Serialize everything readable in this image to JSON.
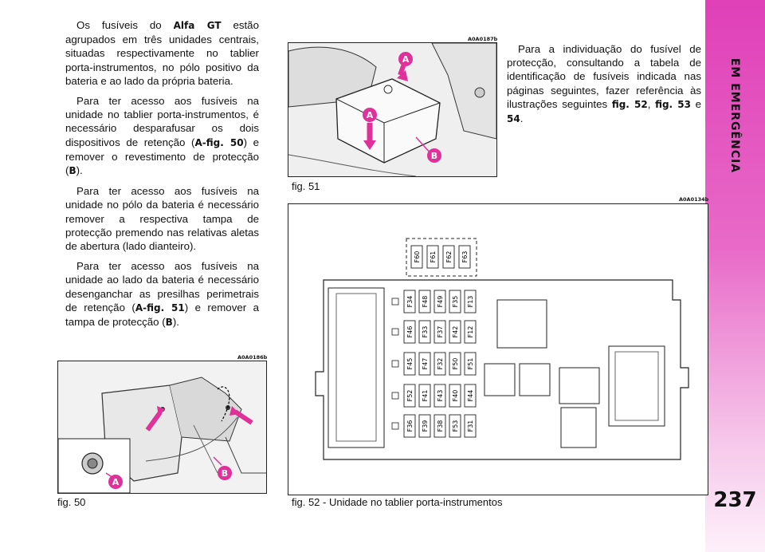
{
  "sidebar": {
    "title": "EM EMERGÊNCIA",
    "page_number": "237"
  },
  "left_column": {
    "p1_pre": "Os fusíveis do ",
    "p1_bold": "Alfa GT",
    "p1_post": " estão agrupados em três unidades centrais, situadas respectivamente no tablier porta-instrumentos, no pólo positivo da bateria e ao lado da própria bateria.",
    "p2_pre": "Para ter acesso aos fusíveis na unidade no tablier porta-instrumentos, é necessário desparafusar os dois dispositivos de retenção (",
    "p2_bold1": "A-fig. 50",
    "p2_mid": ") e remover o revestimento de protecção (",
    "p2_bold2": "B",
    "p2_post": ").",
    "p3": "Para ter acesso aos fusíveis na unidade no pólo da bateria é necessário remover a respectiva tampa de protecção premendo nas relativas aletas de abertura (lado dianteiro).",
    "p4_pre": "Para ter acesso aos fusíveis na unidade ao lado da bateria é necessário desenganchar as presilhas perimetrais de retenção (",
    "p4_bold1": "A-fig. 51",
    "p4_mid": ") e remover a tampa de protecção (",
    "p4_bold2": "B",
    "p4_post": ")."
  },
  "right_text": {
    "pre": "Para a individuação do fusível de protecção, consultando a tabela de identificação de fusíveis indicada nas páginas seguintes, fazer referência às ilustrações seguintes ",
    "b1": "fig. 52",
    "sep1": ", ",
    "b2": "fig. 53",
    "sep2": " e ",
    "b3": "54",
    "post": "."
  },
  "figures": {
    "fig50": {
      "code": "A0A0186b",
      "caption": "fig. 50",
      "label_a": "A",
      "label_b": "B"
    },
    "fig51": {
      "code": "A0A0187b",
      "caption": "fig. 51",
      "label_a1": "A",
      "label_a2": "A",
      "label_b": "B"
    },
    "fig52": {
      "code": "A0A0134b",
      "caption": "fig. 52 - Unidade no tablier porta-instrumentos"
    }
  },
  "fuse_top": [
    "F60",
    "F61",
    "F62",
    "F63"
  ],
  "fuse_rows": [
    [
      "F34",
      "F48",
      "F49",
      "F35",
      "F13"
    ],
    [
      "F46",
      "F33",
      "F37",
      "F42",
      "F12"
    ],
    [
      "F45",
      "F47",
      "F32",
      "F50",
      "F51"
    ],
    [
      "F52",
      "F41",
      "F43",
      "F40",
      "F44"
    ],
    [
      "F36",
      "F39",
      "F38",
      "F53",
      "F31"
    ]
  ],
  "colors": {
    "accent_pink": "#e0309a",
    "sidebar_pink": "#e040b8"
  }
}
